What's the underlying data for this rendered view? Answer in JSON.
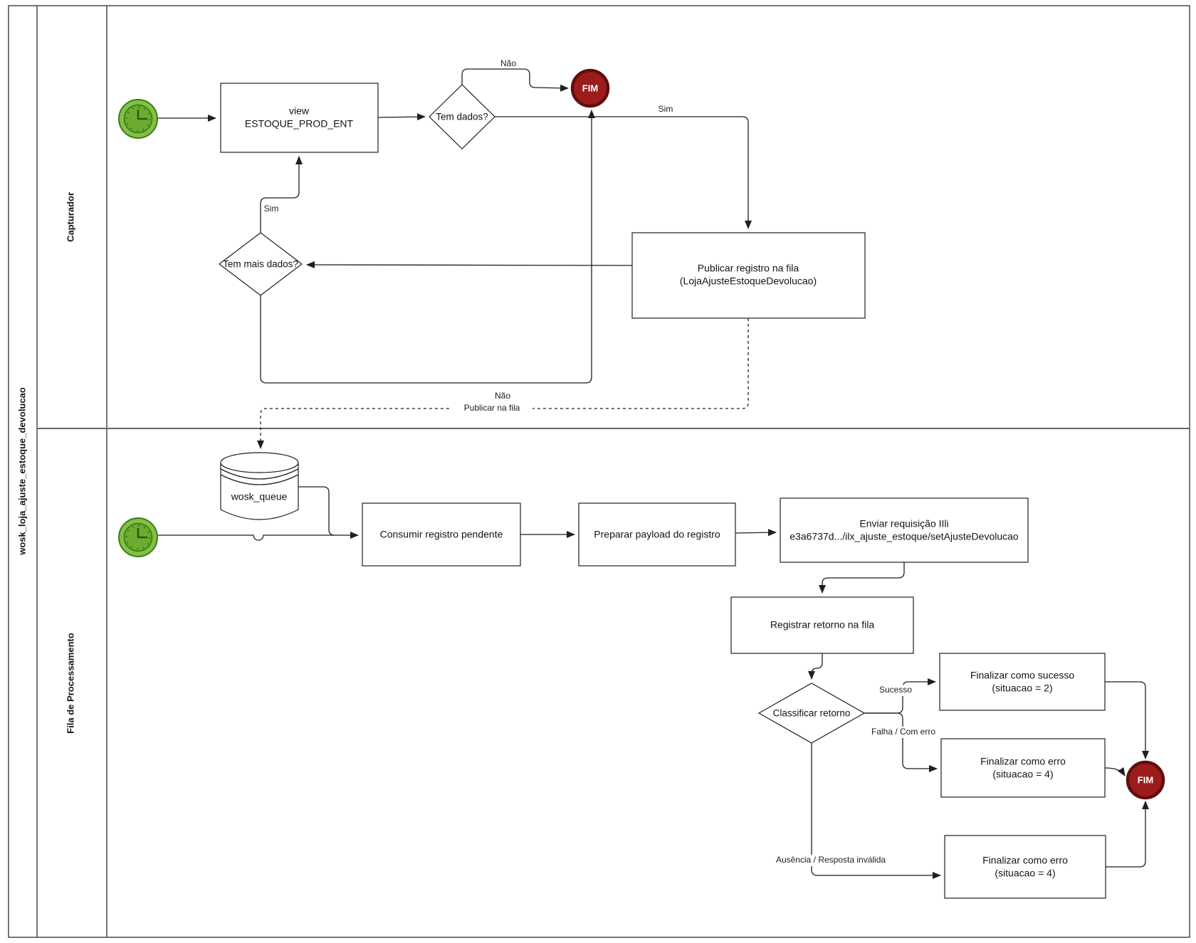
{
  "pool": {
    "title": "wosk_loja_ajuste_estoque_devolucao"
  },
  "lanes": [
    {
      "label": "Capturador"
    },
    {
      "label": "Fila de Processamento"
    }
  ],
  "nodes": {
    "view_estoque": {
      "line1": "view",
      "line2": "ESTOQUE_PROD_ENT"
    },
    "tem_dados": {
      "label": "Tem dados?"
    },
    "fim_capturador": {
      "label": "FIM"
    },
    "publicar_registro": {
      "line1": "Publicar registro na fila",
      "line2": "(LojaAjusteEstoqueDevolucao)"
    },
    "tem_mais_dados": {
      "label": "Tem mais dados?"
    },
    "wosk_queue": {
      "label": "wosk_queue"
    },
    "consumir": {
      "label": "Consumir registro pendente"
    },
    "preparar": {
      "label": "Preparar payload do registro"
    },
    "enviar": {
      "line1": "Enviar requisição IIli",
      "line2": "e3a6737d.../ilx_ajuste_estoque/setAjusteDevolucao"
    },
    "registrar": {
      "label": "Registrar retorno na fila"
    },
    "classificar": {
      "label": "Classificar retorno"
    },
    "finalizar_sucesso": {
      "line1": "Finalizar como sucesso",
      "line2": "(situacao = 2)"
    },
    "finalizar_erro_1": {
      "line1": "Finalizar como erro",
      "line2": "(situacao = 4)"
    },
    "finalizar_erro_2": {
      "line1": "Finalizar como erro",
      "line2": "(situacao = 4)"
    },
    "fim_fila": {
      "label": "FIM"
    }
  },
  "edge_labels": {
    "nao_tem_dados": "Não",
    "sim_tem_dados": "Sim",
    "sim_tem_mais": "Sim",
    "nao_tem_mais": "Não",
    "publicar_na_fila": "Publicar na fila",
    "sucesso": "Sucesso",
    "falha": "Falha / Com erro",
    "ausencia": "Ausência / Resposta inválida"
  },
  "colors": {
    "timer_fill": "#82C046",
    "timer_face": "#6CAD2F",
    "timer_stroke": "#3E7D19",
    "timer_hands": "#2A5C10",
    "end_fill": "#9C1C1C",
    "end_stroke": "#5F0E0E",
    "line": "#1f1f1f"
  }
}
